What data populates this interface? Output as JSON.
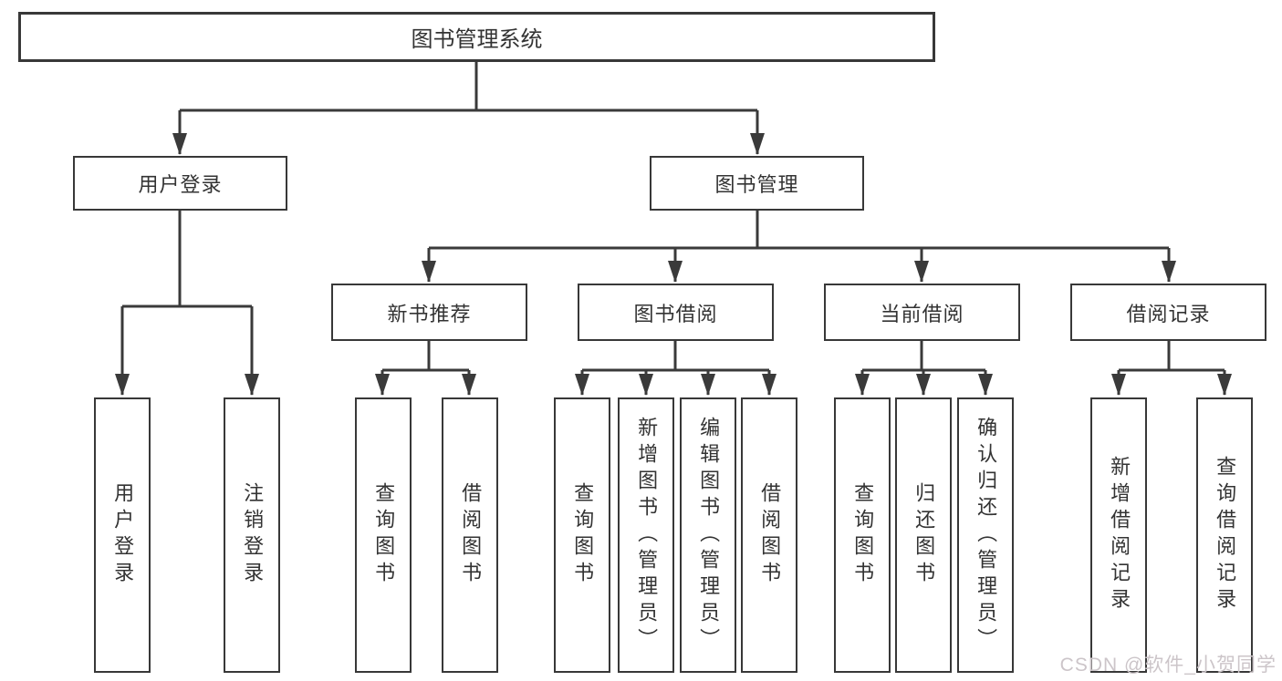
{
  "diagram": {
    "root": {
      "label": "图书管理系统"
    },
    "branches": [
      {
        "label": "用户登录",
        "children": [
          {
            "label": "用户登录"
          },
          {
            "label": "注销登录"
          }
        ]
      },
      {
        "label": "图书管理",
        "children": [
          {
            "label": "新书推荐",
            "children": [
              {
                "label": "查询图书"
              },
              {
                "label": "借阅图书"
              }
            ]
          },
          {
            "label": "图书借阅",
            "children": [
              {
                "label": "查询图书"
              },
              {
                "label": "新增图书（管理员）"
              },
              {
                "label": "编辑图书（管理员）"
              },
              {
                "label": "借阅图书"
              }
            ]
          },
          {
            "label": "当前借阅",
            "children": [
              {
                "label": "查询图书"
              },
              {
                "label": "归还图书"
              },
              {
                "label": "确认归还（管理员）"
              }
            ]
          },
          {
            "label": "借阅记录",
            "children": [
              {
                "label": "新增借阅记录"
              },
              {
                "label": "查询借阅记录"
              }
            ]
          }
        ]
      }
    ],
    "colors": {
      "line": "#3a3a3a",
      "text": "#333333",
      "box_background": "#ffffff",
      "watermark": "#ccc5c9"
    }
  },
  "watermark": {
    "text": "CSDN @软件_小贺同学"
  }
}
